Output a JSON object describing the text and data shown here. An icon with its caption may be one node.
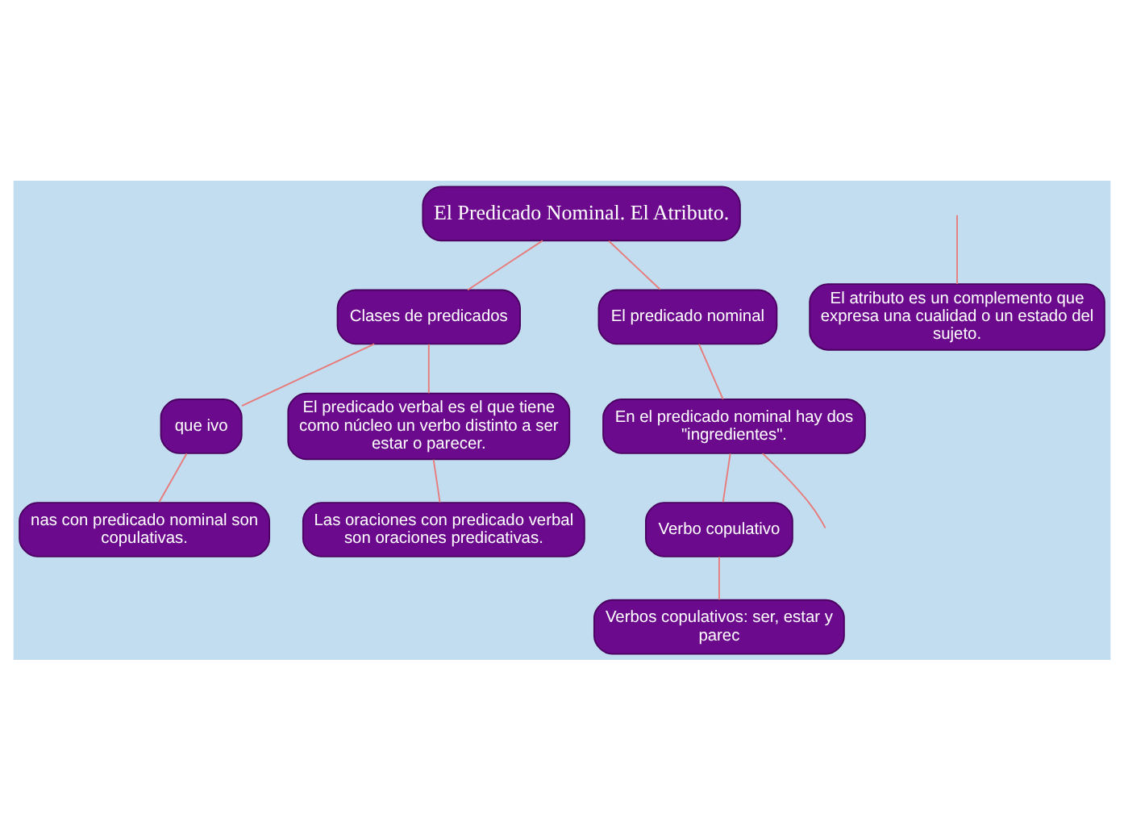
{
  "diagram": {
    "nodes": [
      {
        "text": [
          "El Predicado Nominal. El Atributo."
        ]
      },
      {
        "text": [
          "Clases de predicados"
        ]
      },
      {
        "text": [
          "El predicado nominal"
        ]
      },
      {
        "text": [
          "que ivo"
        ]
      },
      {
        "text": [
          "El predicado verbal es el que tiene como núcleo un verbo distinto a ser estar o parecer."
        ]
      },
      {
        "text": [
          "nas con predicado nominal son copulativas."
        ]
      },
      {
        "text": [
          "Las oraciones con predicado verbal son oraciones predicativas."
        ]
      },
      {
        "text": [
          "En el predicado nominal hay dos \"ingredientes\"."
        ]
      },
      {
        "text": [
          "Verbo copulativo"
        ]
      },
      {
        "text": [
          "Verbos copulativos: ser, estar y parec"
        ]
      },
      {
        "text": [
          "El atributo es un complemento que expresa una cualidad o un estado del sujeto."
        ]
      }
    ],
    "edges": [
      {
        "from": 0,
        "to": 1,
        "arrow": "none"
      },
      {
        "from": 0,
        "to": 2,
        "arrow": "none"
      },
      {
        "from": 1,
        "to": 3,
        "arrow": "none"
      },
      {
        "from": 1,
        "to": 4,
        "arrow": "none"
      },
      {
        "from": 3,
        "to": 5,
        "arrow": "none"
      },
      {
        "from": 4,
        "to": 6,
        "arrow": "none"
      },
      {
        "from": 2,
        "to": 7,
        "arrow": "none"
      },
      {
        "from": 7,
        "to": 8,
        "arrow": "none"
      },
      {
        "from": 8,
        "to": 9,
        "arrow": "none"
      },
      {
        "from": 7,
        "to": null,
        "arrow": "none"
      },
      {
        "from": null,
        "to": 10,
        "arrow": "none"
      }
    ]
  }
}
